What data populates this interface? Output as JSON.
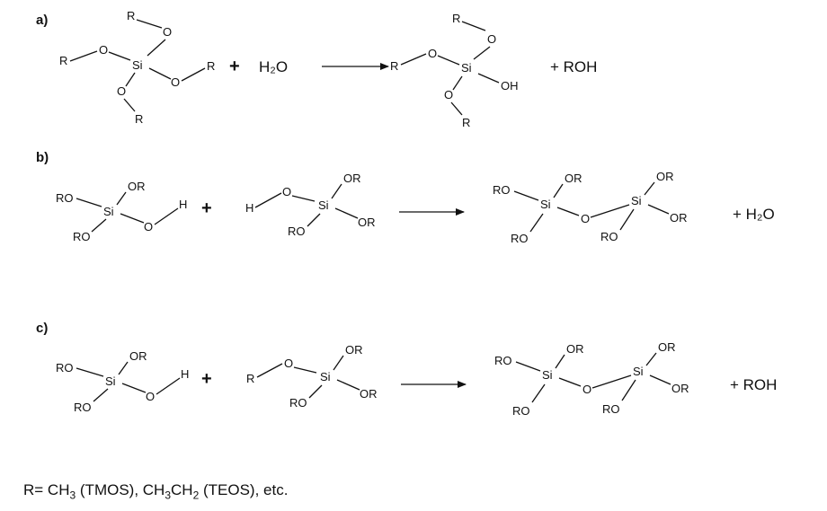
{
  "panels": {
    "a": {
      "label": "a)",
      "water": "H₂O",
      "product": "+ ROH"
    },
    "b": {
      "label": "b)",
      "byproduct": "+ H₂O"
    },
    "c": {
      "label": "c)",
      "byproduct": "+ ROH"
    }
  },
  "atoms": {
    "si": "Si",
    "o": "O",
    "r": "R",
    "h": "H",
    "oh": "OH",
    "or": "OR",
    "ro": "RO"
  },
  "plus": "+",
  "footnote": {
    "r_eq": "R= CH",
    "sub3a": "3",
    "tmos": " (TMOS), CH",
    "sub3b": "3",
    "ch": "CH",
    "sub2": "2",
    "teos": " (TEOS), etc."
  }
}
